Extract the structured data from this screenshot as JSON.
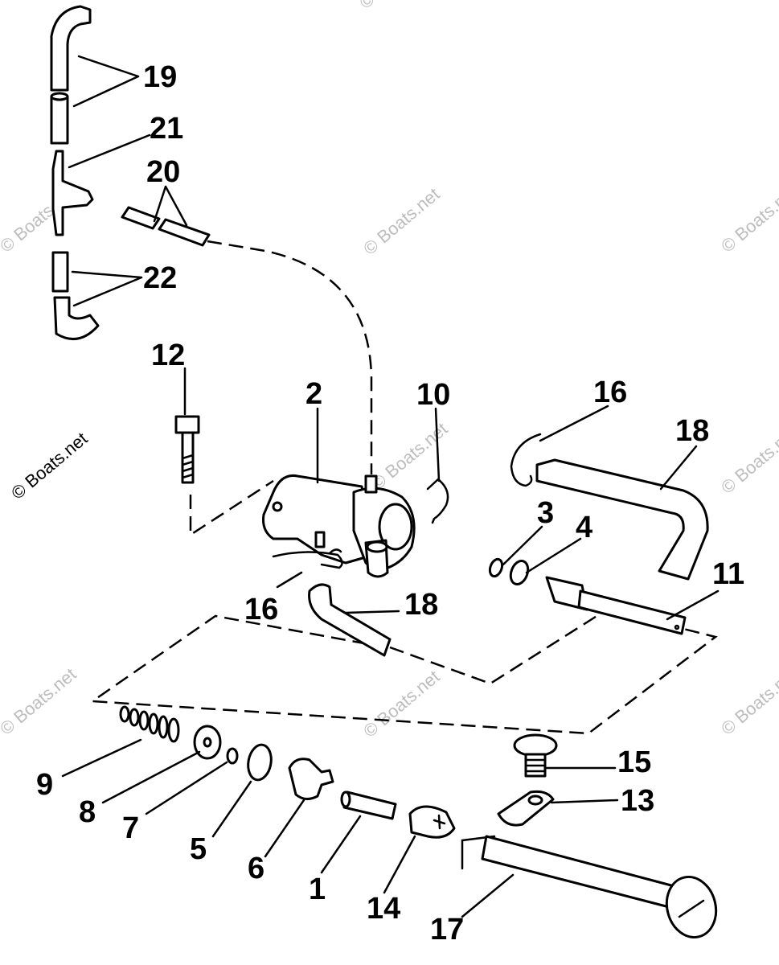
{
  "diagram": {
    "callouts": {
      "n1": "1",
      "n2": "2",
      "n3": "3",
      "n4": "4",
      "n5": "5",
      "n6": "6",
      "n7": "7",
      "n8": "8",
      "n9": "9",
      "n10": "10",
      "n11": "11",
      "n12": "12",
      "n13": "13",
      "n14": "14",
      "n15": "15",
      "n16a": "16",
      "n16b": "16",
      "n17": "17",
      "n18a": "18",
      "n18b": "18",
      "n19": "19",
      "n20": "20",
      "n21": "21",
      "n22": "22"
    },
    "watermark": "© Boats.net"
  }
}
